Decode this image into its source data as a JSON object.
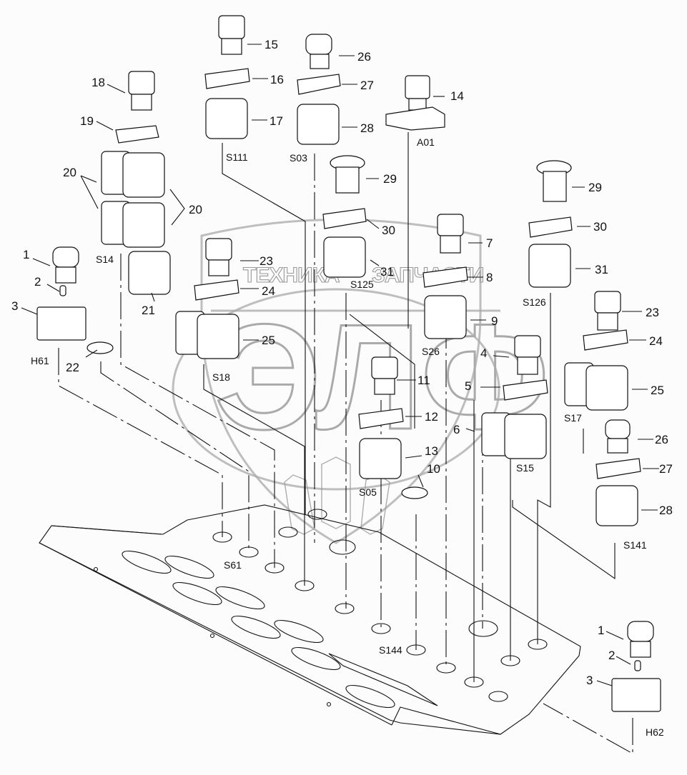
{
  "diagram": {
    "title": "Switch panel assembly (exploded view)",
    "watermark": {
      "line_left": "ТЕХНИКА",
      "line_right": "ЗАПЧАСТИ",
      "logo_letters": "ЭЛФ"
    },
    "callouts": [
      {
        "id": "c15",
        "label": "15"
      },
      {
        "id": "c16",
        "label": "16"
      },
      {
        "id": "c17",
        "label": "17"
      },
      {
        "id": "c26a",
        "label": "26"
      },
      {
        "id": "c27a",
        "label": "27"
      },
      {
        "id": "c28a",
        "label": "28"
      },
      {
        "id": "c14",
        "label": "14"
      },
      {
        "id": "c18",
        "label": "18"
      },
      {
        "id": "c19",
        "label": "19"
      },
      {
        "id": "c20a",
        "label": "20"
      },
      {
        "id": "c20b",
        "label": "20"
      },
      {
        "id": "c29a",
        "label": "29"
      },
      {
        "id": "c29b",
        "label": "29"
      },
      {
        "id": "c30a",
        "label": "30"
      },
      {
        "id": "c30b",
        "label": "30"
      },
      {
        "id": "c7",
        "label": "7"
      },
      {
        "id": "c31a",
        "label": "31"
      },
      {
        "id": "c31b",
        "label": "31"
      },
      {
        "id": "c1a",
        "label": "1"
      },
      {
        "id": "c2a",
        "label": "2"
      },
      {
        "id": "c3a",
        "label": "3"
      },
      {
        "id": "c23a",
        "label": "23"
      },
      {
        "id": "c24a",
        "label": "24"
      },
      {
        "id": "c8",
        "label": "8"
      },
      {
        "id": "c21",
        "label": "21"
      },
      {
        "id": "c25a",
        "label": "25"
      },
      {
        "id": "c9",
        "label": "9"
      },
      {
        "id": "c23b",
        "label": "23"
      },
      {
        "id": "c24b",
        "label": "24"
      },
      {
        "id": "c22",
        "label": "22"
      },
      {
        "id": "c4",
        "label": "4"
      },
      {
        "id": "c11",
        "label": "11"
      },
      {
        "id": "c5",
        "label": "5"
      },
      {
        "id": "c25b",
        "label": "25"
      },
      {
        "id": "c12",
        "label": "12"
      },
      {
        "id": "c6",
        "label": "6"
      },
      {
        "id": "c26b",
        "label": "26"
      },
      {
        "id": "c13",
        "label": "13"
      },
      {
        "id": "c10",
        "label": "10"
      },
      {
        "id": "c27b",
        "label": "27"
      },
      {
        "id": "c28b",
        "label": "28"
      },
      {
        "id": "c1b",
        "label": "1"
      },
      {
        "id": "c2b",
        "label": "2"
      },
      {
        "id": "c3b",
        "label": "3"
      }
    ],
    "references": [
      {
        "id": "r_s111",
        "label": "S111"
      },
      {
        "id": "r_s03",
        "label": "S03"
      },
      {
        "id": "r_a01",
        "label": "A01"
      },
      {
        "id": "r_s14",
        "label": "S14"
      },
      {
        "id": "r_s125",
        "label": "S125"
      },
      {
        "id": "r_s126",
        "label": "S126"
      },
      {
        "id": "r_h61",
        "label": "H61"
      },
      {
        "id": "r_s26",
        "label": "S26"
      },
      {
        "id": "r_s18",
        "label": "S18"
      },
      {
        "id": "r_s17",
        "label": "S17"
      },
      {
        "id": "r_s15",
        "label": "S15"
      },
      {
        "id": "r_s05",
        "label": "S05"
      },
      {
        "id": "r_s61",
        "label": "S61"
      },
      {
        "id": "r_s141",
        "label": "S141"
      },
      {
        "id": "r_s144",
        "label": "S144"
      },
      {
        "id": "r_h62",
        "label": "H62"
      }
    ]
  }
}
